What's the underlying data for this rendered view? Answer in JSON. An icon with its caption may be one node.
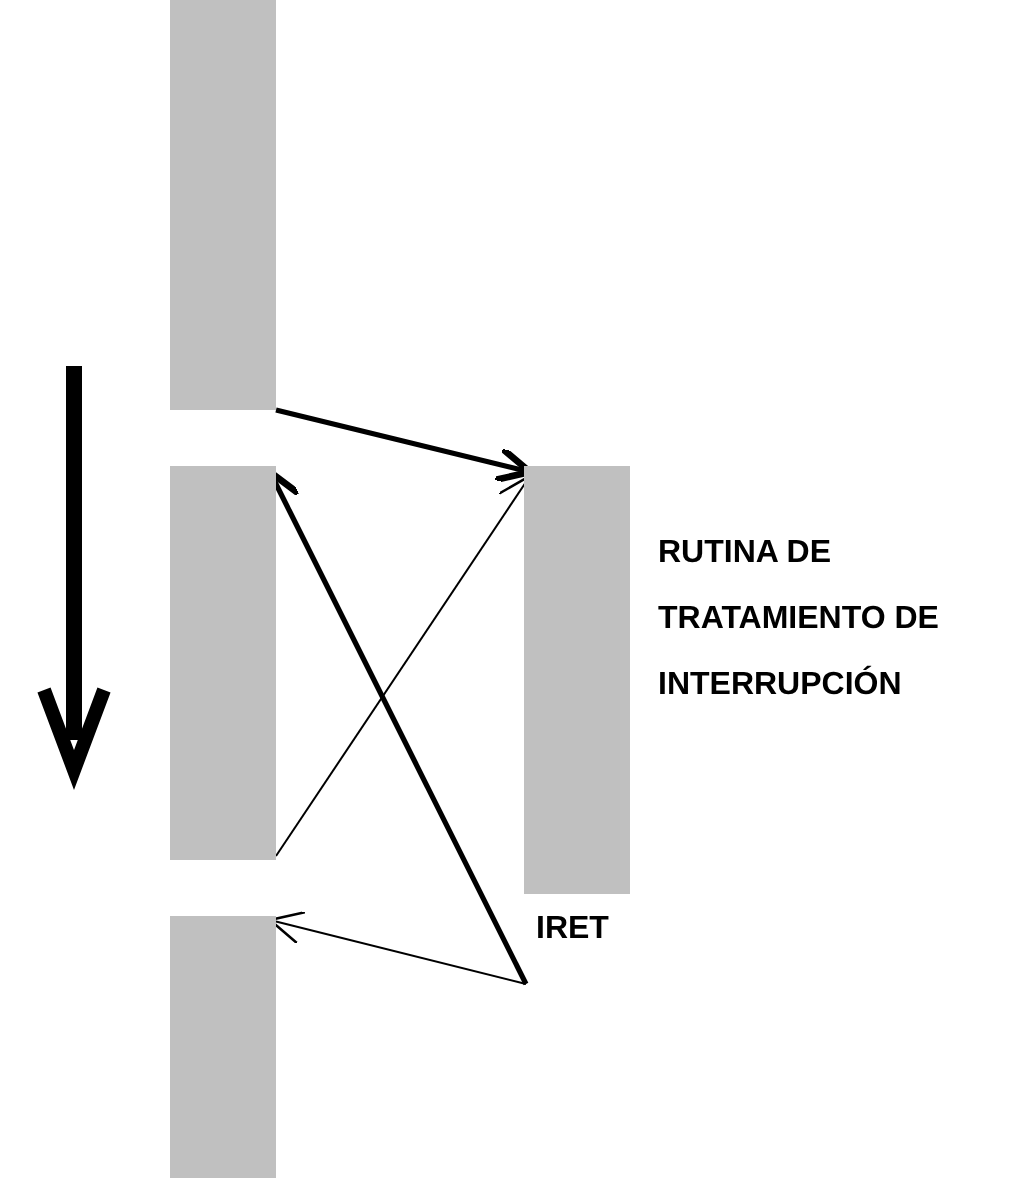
{
  "diagram": {
    "nodes": [
      {
        "text": [],
        "shape": "bar"
      },
      {
        "text": [],
        "shape": "bar"
      },
      {
        "text": [],
        "shape": "bar"
      },
      {
        "text": [],
        "shape": "bar",
        "beside": [
          "RUTINA DE TRATAMIENTO DE INTERRUPCIÓN"
        ]
      },
      {
        "text": [
          "IRET"
        ]
      }
    ],
    "edges": [
      {
        "from": 0,
        "to": 3,
        "arrow": "to",
        "style": "thick"
      },
      {
        "from": 1,
        "to": 3,
        "arrow": "to"
      },
      {
        "from": 4,
        "to": 1,
        "arrow": "to",
        "style": "thick"
      },
      {
        "from": 4,
        "to": 2,
        "arrow": "to"
      }
    ]
  }
}
